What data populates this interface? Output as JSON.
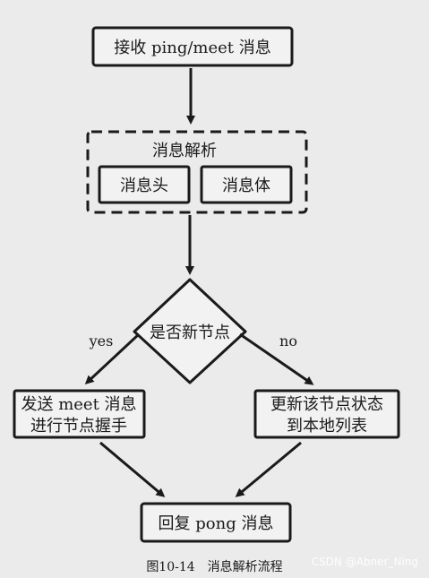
{
  "diagram": {
    "nodes": {
      "receive": "接收 ping/meet 消息",
      "parse": "消息解析",
      "header": "消息头",
      "body": "消息体",
      "decision": "是否新节点",
      "handshake_line1": "发送 meet 消息",
      "handshake_line2": "进行节点握手",
      "update_line1": "更新该节点状态",
      "update_line2": "到本地列表",
      "reply": "回复 pong 消息"
    },
    "edges": {
      "yes": "yes",
      "no": "no"
    }
  },
  "caption": "图10-14　消息解析流程",
  "watermark": "CSDN @Abner_Ning"
}
